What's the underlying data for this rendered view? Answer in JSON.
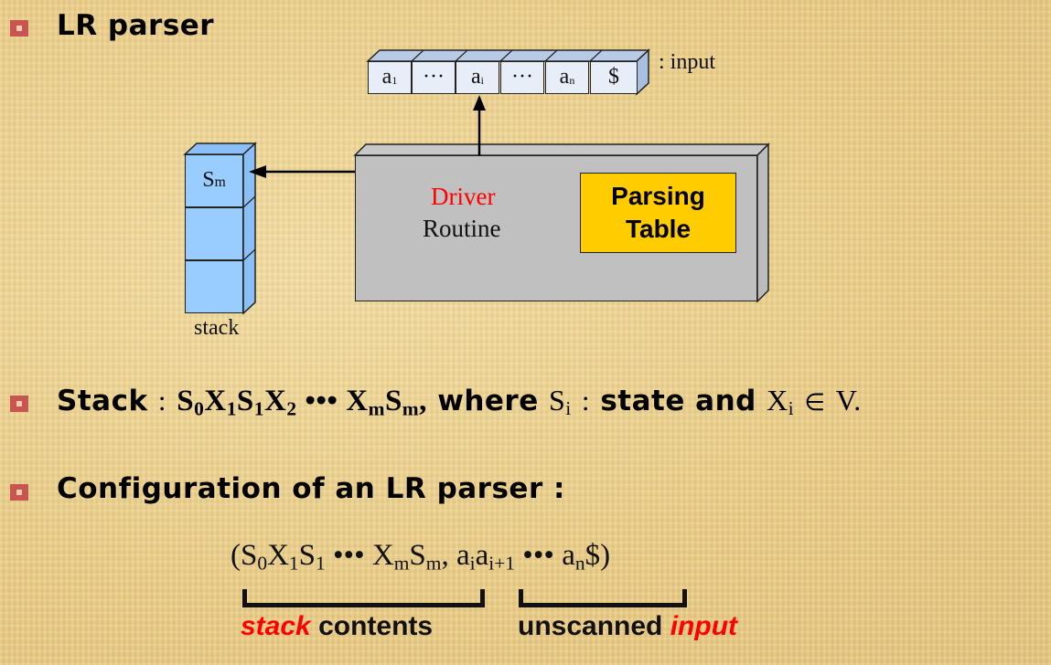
{
  "slide": {
    "background_color": "#e9cf8f",
    "bullet_color": "#c85550"
  },
  "section1": {
    "heading": "LR parser"
  },
  "diagram": {
    "input_tape": {
      "cells": [
        {
          "base": "a",
          "sub": "1"
        },
        {
          "base": "···",
          "sub": ""
        },
        {
          "base": "a",
          "sub": "i"
        },
        {
          "base": "···",
          "sub": ""
        },
        {
          "base": "a",
          "sub": "n"
        },
        {
          "base": "$",
          "sub": ""
        }
      ],
      "label": ": input",
      "cell_color": "#e8eef8"
    },
    "stack": {
      "top_cell": {
        "base": "S",
        "sub": "m"
      },
      "cell_count": 3,
      "label": "stack",
      "cell_color": "#99ccff"
    },
    "driver": {
      "line1": "Driver",
      "line2": "Routine",
      "line1_color": "#ff0000",
      "box_color": "#c0c0c0"
    },
    "parsing_table": {
      "line1": "Parsing",
      "line2": "Table",
      "box_color": "#ffcc00"
    }
  },
  "section2": {
    "heading": "Stack",
    "colon": ":",
    "expr_parts": [
      {
        "base": "S",
        "sub": "0"
      },
      {
        "base": "X",
        "sub": "1"
      },
      {
        "base": "S",
        "sub": "1"
      },
      {
        "base": "X",
        "sub": "2"
      },
      {
        "base": " ••• ",
        "sub": ""
      },
      {
        "base": "X",
        "sub": "m"
      },
      {
        "base": "S",
        "sub": "m"
      }
    ],
    "comma": ",",
    "where": "where",
    "si": {
      "base": "S",
      "sub": "i"
    },
    "colon2": ":",
    "state_and": "state and",
    "xi": {
      "base": "X",
      "sub": "i"
    },
    "element_of": "∈",
    "set": "V."
  },
  "section3": {
    "heading": "Configuration of an LR parser :",
    "config_expression": {
      "open": "(",
      "stack_part": [
        {
          "base": "S",
          "sub": "0"
        },
        {
          "base": "X",
          "sub": "1"
        },
        {
          "base": "S",
          "sub": "1"
        },
        {
          "base": " ••• ",
          "sub": ""
        },
        {
          "base": "X",
          "sub": "m"
        },
        {
          "base": "S",
          "sub": "m"
        }
      ],
      "separator": ", ",
      "input_part": [
        {
          "base": "a",
          "sub": "i"
        },
        {
          "base": "a",
          "sub": "i+1"
        },
        {
          "base": " ••• ",
          "sub": ""
        },
        {
          "base": "a",
          "sub": "n"
        },
        {
          "base": "$",
          "sub": ""
        }
      ],
      "close": ")"
    },
    "stack_label": {
      "emph": "stack",
      "rest": " contents"
    },
    "input_label": {
      "rest": "unscanned ",
      "emph": "input"
    },
    "emph_color": "#ff0000"
  }
}
